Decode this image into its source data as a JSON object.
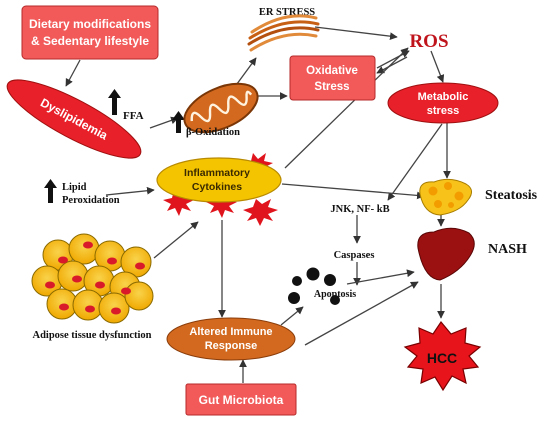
{
  "labels": {
    "dietary_line1": "Dietary modifications",
    "dietary_line2": "& Sedentary lifestyle",
    "dyslipidemia": "Dyslipidemia",
    "ffa": "FFA",
    "beta_oxidation": "β-Oxidation",
    "er_stress": "ER STRESS",
    "ros": "ROS",
    "oxidative_line1": "Oxidative",
    "oxidative_line2": "Stress",
    "metabolic_line1": "Metabolic",
    "metabolic_line2": "stress",
    "lipid_line1": "Lipid",
    "lipid_line2": "Peroxidation",
    "inflammatory_line1": "Inflammatory",
    "inflammatory_line2": "Cytokines",
    "jnk": "JNK, NF- kB",
    "caspases": "Caspases",
    "apoptosis": "Apoptosis",
    "steatosis": "Steatosis",
    "nash": "NASH",
    "hcc": "HCC",
    "adipose": "Adipose tissue dysfunction",
    "immune_line1": "Altered Immune",
    "immune_line2": "Response",
    "gut": "Gut Microbiota"
  },
  "colors": {
    "red_box": "#f25a5a",
    "red_box_border": "#c0392b",
    "ros_text": "#c0141c",
    "ellipse_red": "#e8202a",
    "cytokine_fill": "#f5c400",
    "burst_red": "#e0141c",
    "immune_fill": "#d2691e",
    "liver_red": "#9b1010",
    "fat_yellow": "#f7c31a",
    "arrow": "#333333"
  }
}
